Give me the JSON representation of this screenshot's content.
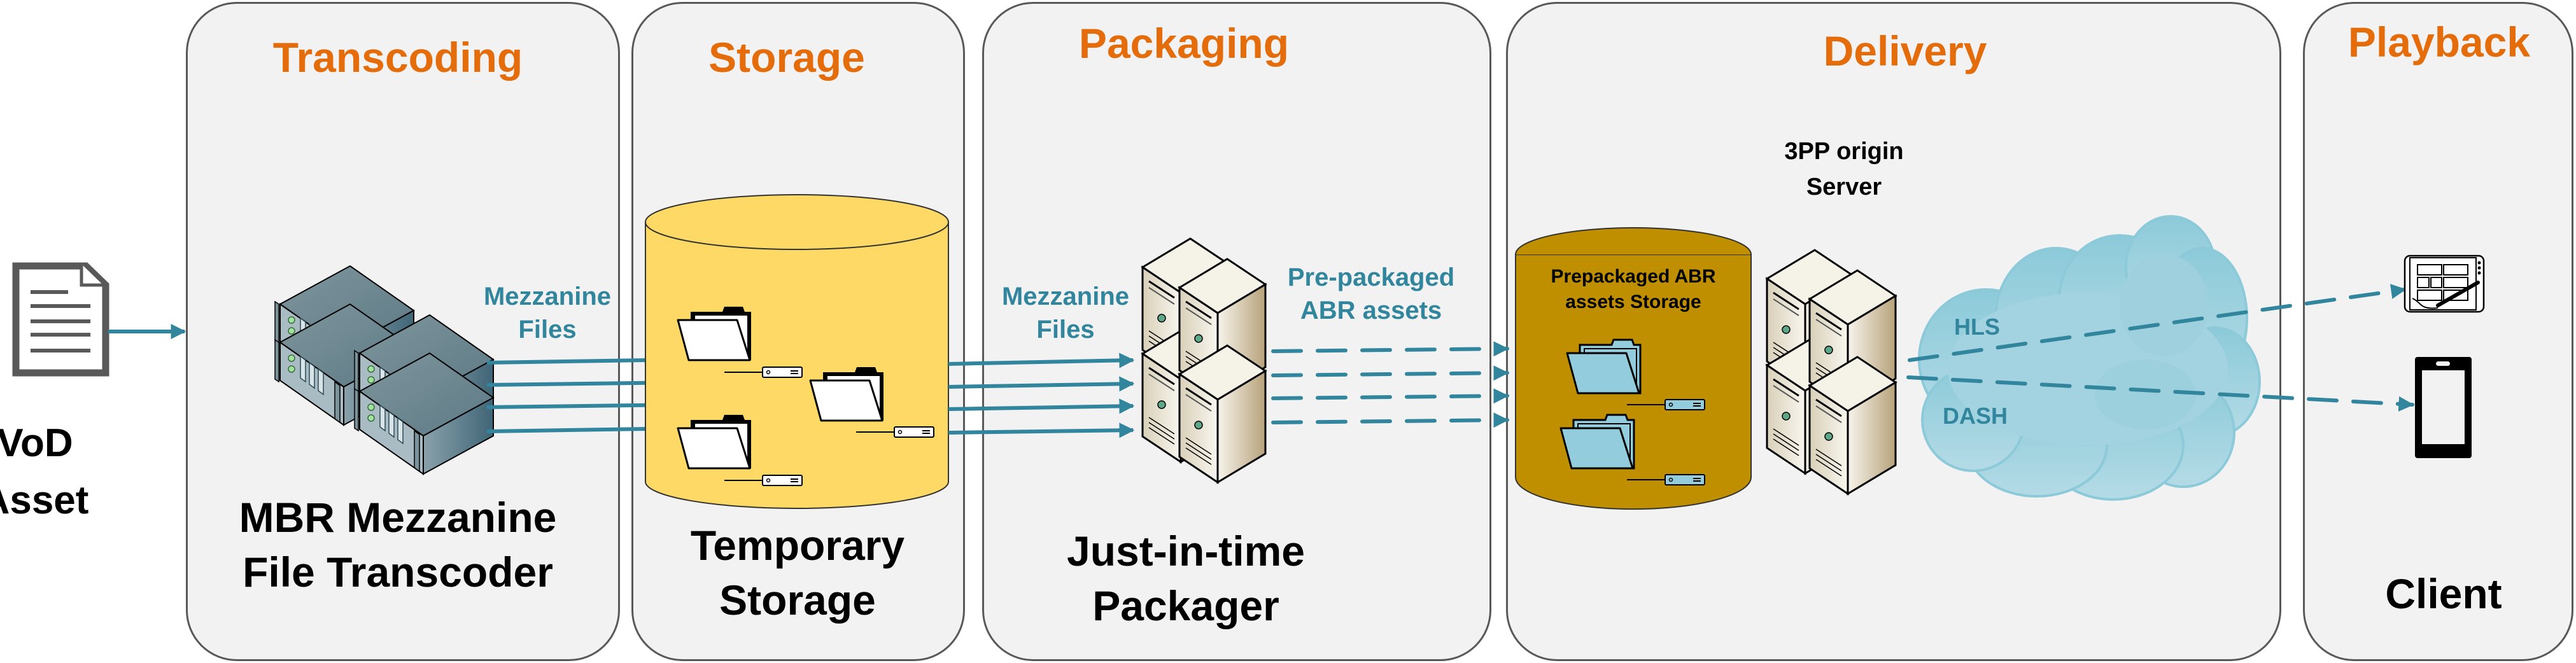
{
  "colors": {
    "stage_title": "#e46c0a",
    "flow_arrow": "#31859c",
    "panel_bg": "#f2f2f2",
    "temp_storage": "#ffd966",
    "abr_storage": "#bf8f00",
    "cloud": "#93cddd"
  },
  "source": {
    "label": "VoD\nAsset",
    "icon": "document-icon"
  },
  "stages": [
    {
      "id": "transcoding",
      "title": "Transcoding",
      "label": "MBR Mezzanine\nFile Transcoder",
      "icon": "rack-server-icon"
    },
    {
      "id": "storage",
      "title": "Storage",
      "label": "Temporary\nStorage",
      "icon": "database-cylinder-icon"
    },
    {
      "id": "packaging",
      "title": "Packaging",
      "label": "Just-in-time\nPackager",
      "icon": "tower-server-icon"
    },
    {
      "id": "delivery",
      "title": "Delivery",
      "label": "",
      "icon": "cloud-icon"
    },
    {
      "id": "playback",
      "title": "Playback",
      "label": "Client",
      "icon": "device-icon"
    }
  ],
  "flows": {
    "transcoder_to_storage": "Mezzanine\nFiles",
    "storage_to_packager": "Mezzanine\nFiles",
    "packager_to_delivery": "Pre-packaged\nABR assets",
    "hls": "HLS",
    "dash": "DASH"
  },
  "delivery": {
    "abr_storage_label": "Prepackaged ABR\nassets Storage",
    "origin_label": "3PP origin\nServer"
  },
  "playback": {
    "devices": [
      "tablet-icon",
      "smartphone-icon"
    ]
  }
}
